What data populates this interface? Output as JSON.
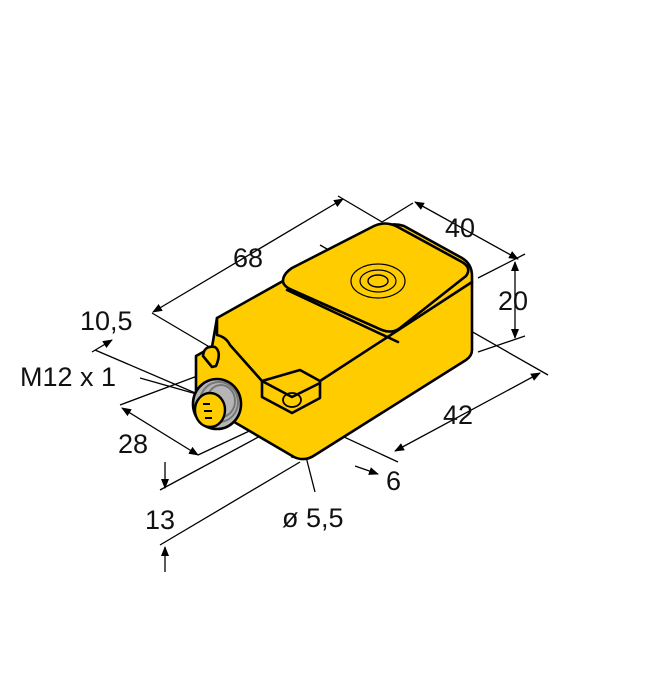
{
  "colors": {
    "body": "#FFCC00",
    "outline": "#000000",
    "connector": "#B5B5B5"
  },
  "dimensions": {
    "length": "68",
    "width": "40",
    "height": "20",
    "offset": "10,5",
    "thread": "M12 x 1",
    "connector_offset": "28",
    "hole_spacing": "42",
    "hole_depth": "6",
    "base_height": "13",
    "hole_diameter": "ø 5,5"
  }
}
